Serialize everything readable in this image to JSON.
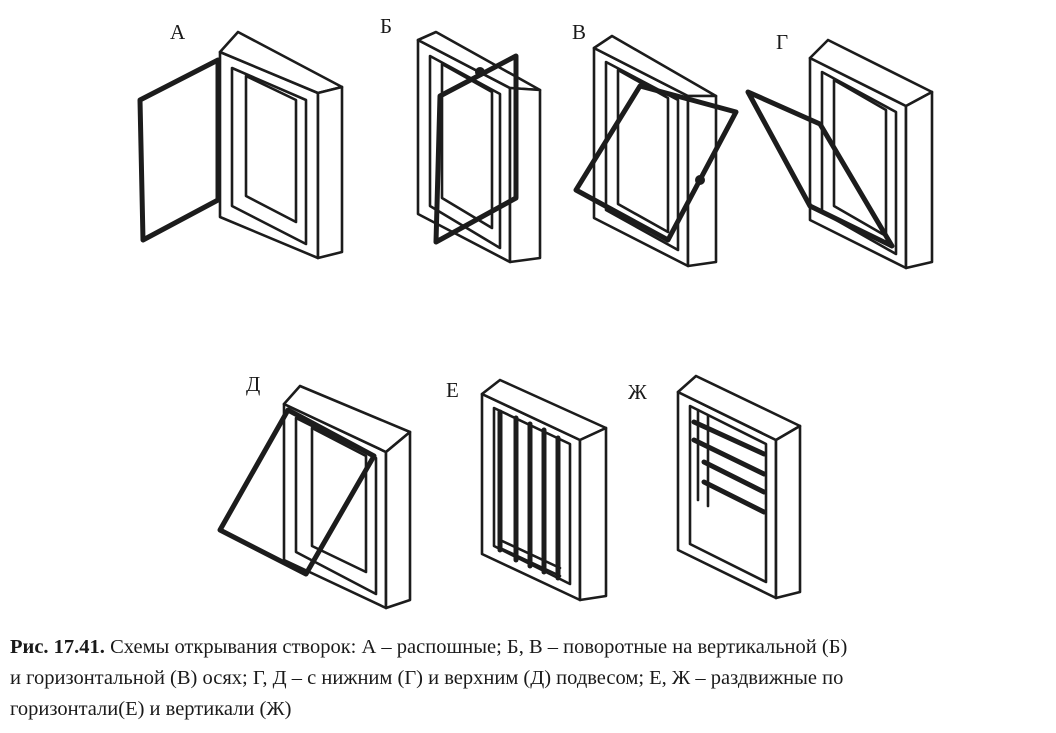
{
  "labels": {
    "a": "А",
    "b": "Б",
    "v": "В",
    "g": "Г",
    "d": "Д",
    "e": "Е",
    "zh": "Ж"
  },
  "caption": {
    "prefix": "Рис. 17.41.",
    "line1": " Схемы открывания створок: А – распошные;  Б, В –  поворотные на вертикальной (Б)",
    "line2": "и горизонтальной (В) осях;  Г, Д – с нижним (Г) и верхним (Д) подвесом; Е, Ж – раздвижные по",
    "line3": "горизонтали(Е) и вертикали (Ж)"
  }
}
